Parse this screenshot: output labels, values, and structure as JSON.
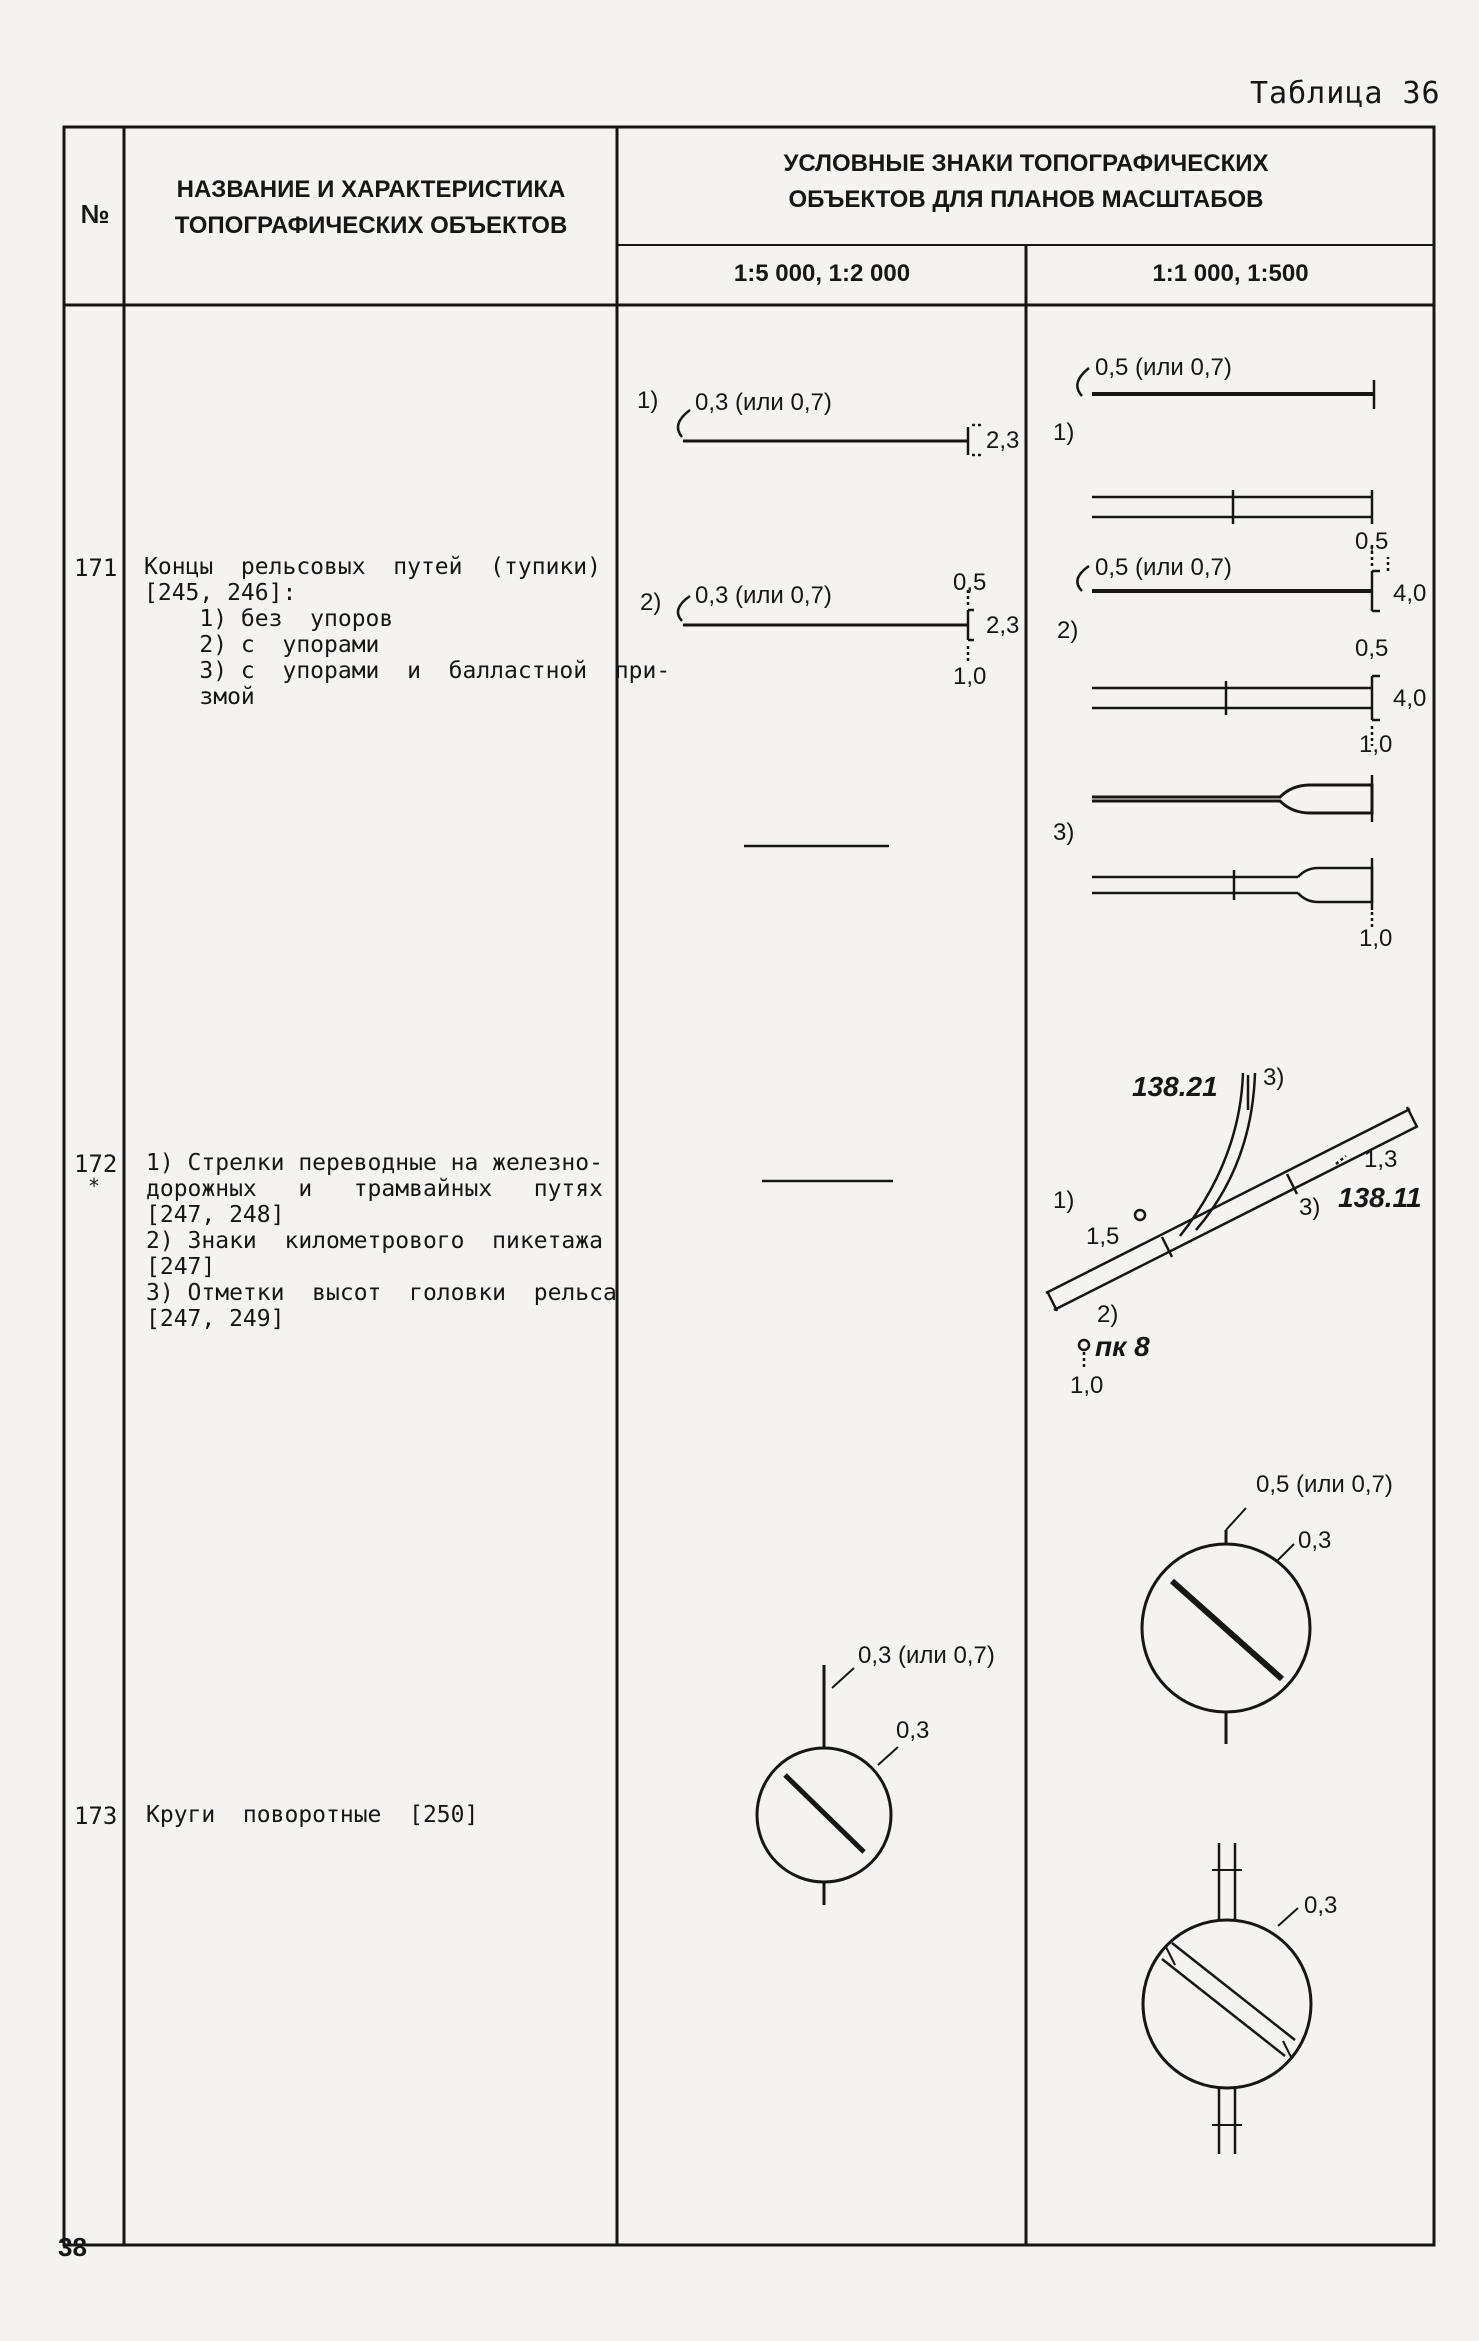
{
  "table_label": "Таблица 36",
  "page_number": "38",
  "header": {
    "num": "№",
    "name_line1": "НАЗВАНИЕ И ХАРАКТЕРИСТИКА",
    "name_line2": "ТОПОГРАФИЧЕСКИХ ОБЪЕКТОВ",
    "symbols_line1": "УСЛОВНЫЕ ЗНАКИ ТОПОГРАФИЧЕСКИХ",
    "symbols_line2": "ОБЪЕКТОВ ДЛЯ ПЛАНОВ МАСШТАБОВ",
    "scale_a": "1:5 000, 1:2 000",
    "scale_b": "1:1 000, 1:500"
  },
  "rows": [
    {
      "num": "171",
      "lines": [
        "Концы  рельсовых  путей  (тупики)",
        "[245, 246]:",
        "    1) без  упоров",
        "    2) с  упорами",
        "    3) с  упорами  и  балластной  при-",
        "    змой"
      ]
    },
    {
      "num": "172",
      "mark": "*",
      "lines": [
        "1) Стрелки переводные на железно-",
        "дорожных   и   трамвайных   путях",
        "[247, 248]",
        "2) Знаки  километрового  пикетажа",
        "[247]",
        "3) Отметки  высот  головки  рельса",
        "[247, 249]"
      ]
    },
    {
      "num": "173",
      "lines": [
        "Круги  поворотные  [250]"
      ]
    }
  ],
  "symbol_labels": {
    "n1": "1)",
    "n2": "2)",
    "n3": "3)",
    "w03": "0,3 (или 0,7)",
    "w05": "0,5 (или 0,7)",
    "d23": "2,3",
    "d05": "0,5",
    "d10": "1,0",
    "d40": "4,0",
    "d03": "0,3",
    "d15": "1,5",
    "d13": "1,3",
    "elev_a": "138.21",
    "elev_b": "138.11",
    "pk": "пк 8"
  }
}
